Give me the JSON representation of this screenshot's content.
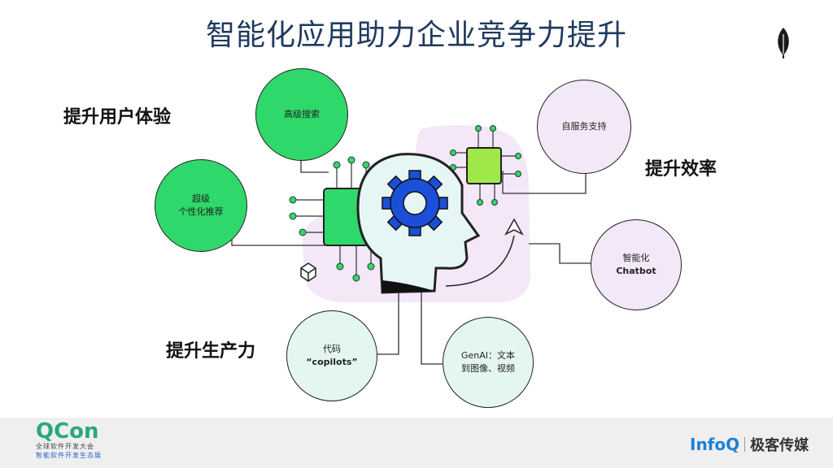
{
  "title": "智能化应用助力企业竞争力提升",
  "sections": {
    "ux": "提升用户体验",
    "efficiency": "提升效率",
    "productivity": "提升生产力"
  },
  "nodes": {
    "advanced_search": "高级搜索",
    "personalized_line1": "超级",
    "personalized_line2": "个性化推荐",
    "self_service": "自服务支持",
    "chatbot_line1": "智能化",
    "chatbot_line2": "Chatbot",
    "copilots_line1": "代码",
    "copilots_line2": "“copilots”",
    "genai_line1": "GenAI：文本",
    "genai_line2": "到图像、视频"
  },
  "footer": {
    "qcon": "QCon",
    "qcon_sub1": "全球软件开发大会",
    "qcon_sub2": "智能软件开发生态展",
    "infoq": "InfoQ",
    "geek": "极客传媒"
  },
  "colors": {
    "title": "#1f3a5f",
    "green": "#2fd86a",
    "lime": "#9ee84a",
    "gear": "#1b4fd8",
    "lilac": "#f2e8f7",
    "mint": "#e4f7ee",
    "head": "#e6f6f4"
  },
  "icons": [
    "leaf-icon",
    "gear-icon",
    "head-icon",
    "chip-icon",
    "cube-icon",
    "arrow-icon"
  ]
}
